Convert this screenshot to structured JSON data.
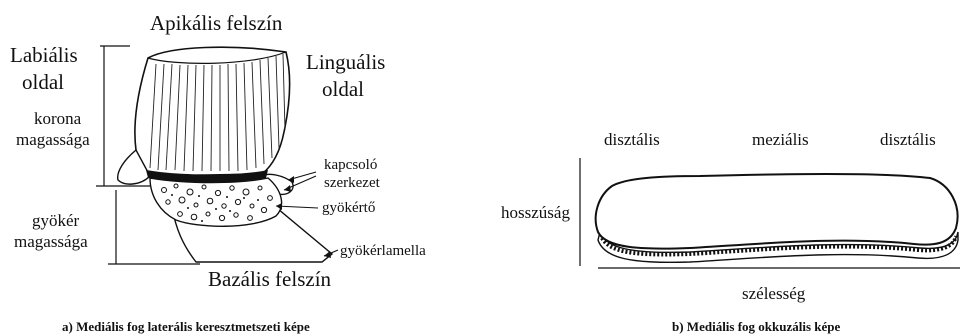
{
  "left_figure": {
    "apical": "Apikális felszín",
    "labial_1": "Labiális",
    "labial_2": "oldal",
    "lingual_1": "Linguális",
    "lingual_2": "oldal",
    "crown_1": "korona",
    "crown_2": "magassága",
    "root_1": "gyökér",
    "root_2": "magassága",
    "connector_1": "kapcsoló",
    "connector_2": "szerkezet",
    "root_base": "gyökértő",
    "root_lamella": "gyökérlamella",
    "basal": "Bazális felszín",
    "caption": "a) Mediális fog laterális keresztmetszeti képe"
  },
  "right_figure": {
    "distal_left": "disztális",
    "mesial": "meziális",
    "distal_right": "disztális",
    "length": "hosszúság",
    "width": "szélesség",
    "caption": "b) Mediális fog okkuzális képe"
  }
}
